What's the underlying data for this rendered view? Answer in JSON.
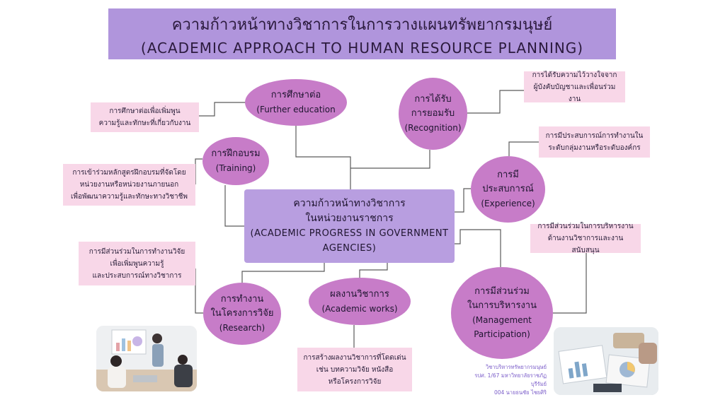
{
  "title": {
    "thai": "ความก้าวหน้าทางวิชาการในการวางแผนทรัพยากรมนุษย์",
    "english": "(ACADEMIC APPROACH TO HUMAN RESOURCE PLANNING)"
  },
  "central": {
    "line1": "ความก้าวหน้าทางวิชาการ",
    "line2": "ในหน่วยงานราชการ",
    "line3": "(ACADEMIC PROGRESS IN GOVERNMENT",
    "line4": "AGENCIES)"
  },
  "nodes": {
    "further_education": {
      "thai": "การศึกษาต่อ",
      "english": "(Further education"
    },
    "recognition": {
      "thai1": "การได้รับ",
      "thai2": "การยอมรับ",
      "english": "(Recognition)"
    },
    "training": {
      "thai": "การฝึกอบรม",
      "english": "(Training)"
    },
    "experience": {
      "thai1": "การมี",
      "thai2": "ประสบการณ์",
      "english": "(Experience)"
    },
    "research": {
      "thai1": "การทำงาน",
      "thai2": "ในโครงการวิจัย",
      "english": "(Research)"
    },
    "academic_works": {
      "thai": "ผลงานวิชาการ",
      "english": "(Academic works)"
    },
    "management": {
      "thai1": "การมีส่วนร่วม",
      "thai2": "ในการบริหารงาน",
      "english1": "(Management",
      "english2": "Participation)"
    }
  },
  "notes": {
    "further_education": [
      "การศึกษาต่อเพื่อเพิ่มพูน",
      "ความรู้และทักษะที่เกี่ยวกับงาน"
    ],
    "recognition": [
      "การได้รับความไว้วางใจจาก",
      "ผู้บังคับบัญชาและเพื่อนร่วมงาน"
    ],
    "training": [
      "การเข้าร่วมหลักสูตรฝึกอบรมที่จัดโดย",
      "หน่วยงานหรือหน่วยงานภายนอก",
      "เพื่อพัฒนาความรู้และทักษะทางวิชาชีพ"
    ],
    "experience": [
      "การมีประสบการณ์การทำงานใน",
      "ระดับกลุ่มงานหรือระดับองค์กร"
    ],
    "research": [
      "การมีส่วนร่วมในการทำงานวิจัย",
      "เพื่อเพิ่มพูนความรู้",
      "และประสบการณ์ทางวิชาการ"
    ],
    "management": [
      "การมีส่วนร่วมในการบริหารงาน",
      "ด้านงานวิชาการและงานสนับสนุน"
    ],
    "academic_works": [
      "การสร้างผลงานวิชาการที่โดดเด่น",
      "เช่น บทความวิจัย หนังสือ",
      "หรือโครงการวิจัย"
    ]
  },
  "credit": {
    "line1": "วิชาบริหารทรัพยากรมนุษย์",
    "line2": "รปศ. 1/67 มหาวิทยาลัยราชภัฏบุรีรัมย์",
    "line3": "004 นายธนชัย ไชยศิริ"
  },
  "colors": {
    "title_bg": "#b095dc",
    "central_bg": "#b89ee0",
    "node_bg": "#c77cc8",
    "note_bg": "#f8d7e8",
    "credit_text": "#7a5cc9"
  }
}
